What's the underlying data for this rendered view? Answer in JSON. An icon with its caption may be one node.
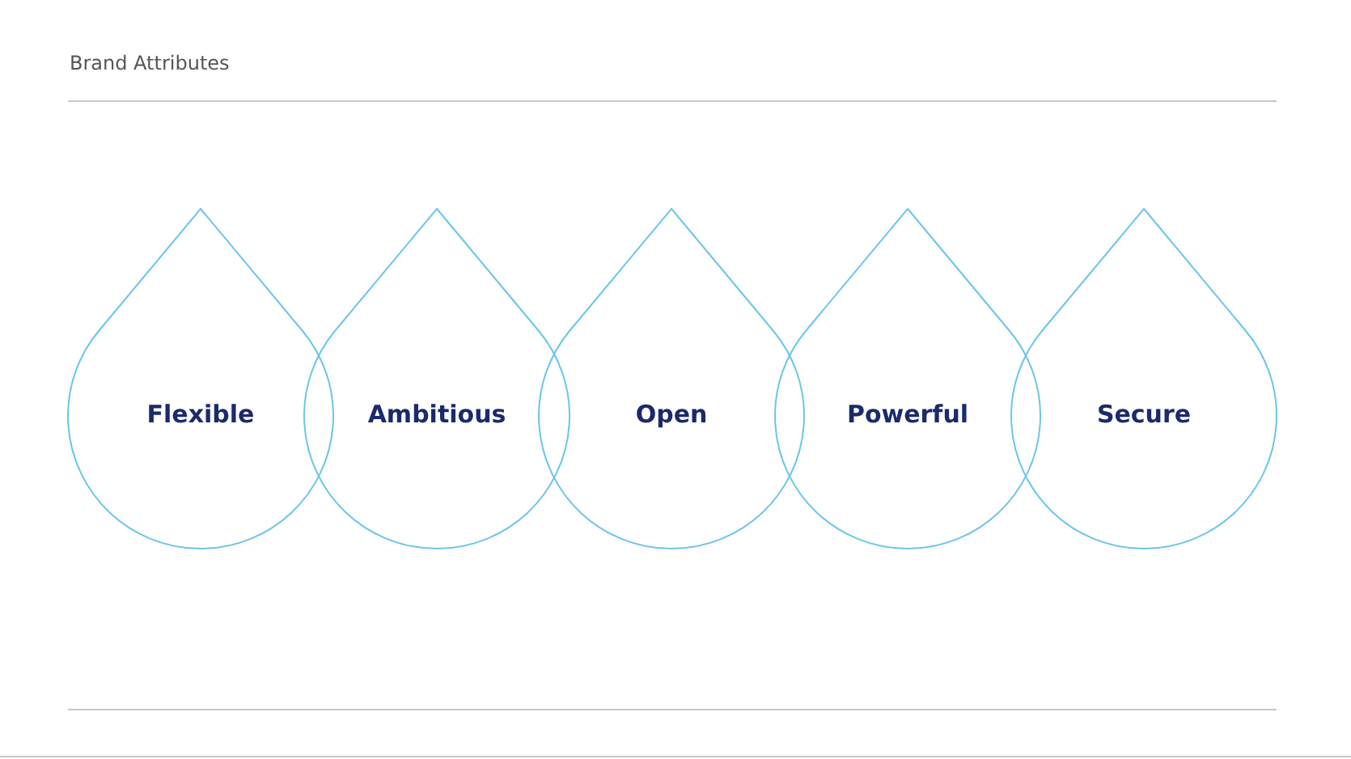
{
  "diagram": {
    "title": "Brand Attributes",
    "nodes": [
      {
        "text": [
          "Flexible"
        ]
      },
      {
        "text": [
          "Ambitious"
        ]
      },
      {
        "text": [
          "Open"
        ]
      },
      {
        "text": [
          "Powerful"
        ]
      },
      {
        "text": [
          "Secure"
        ]
      }
    ]
  }
}
